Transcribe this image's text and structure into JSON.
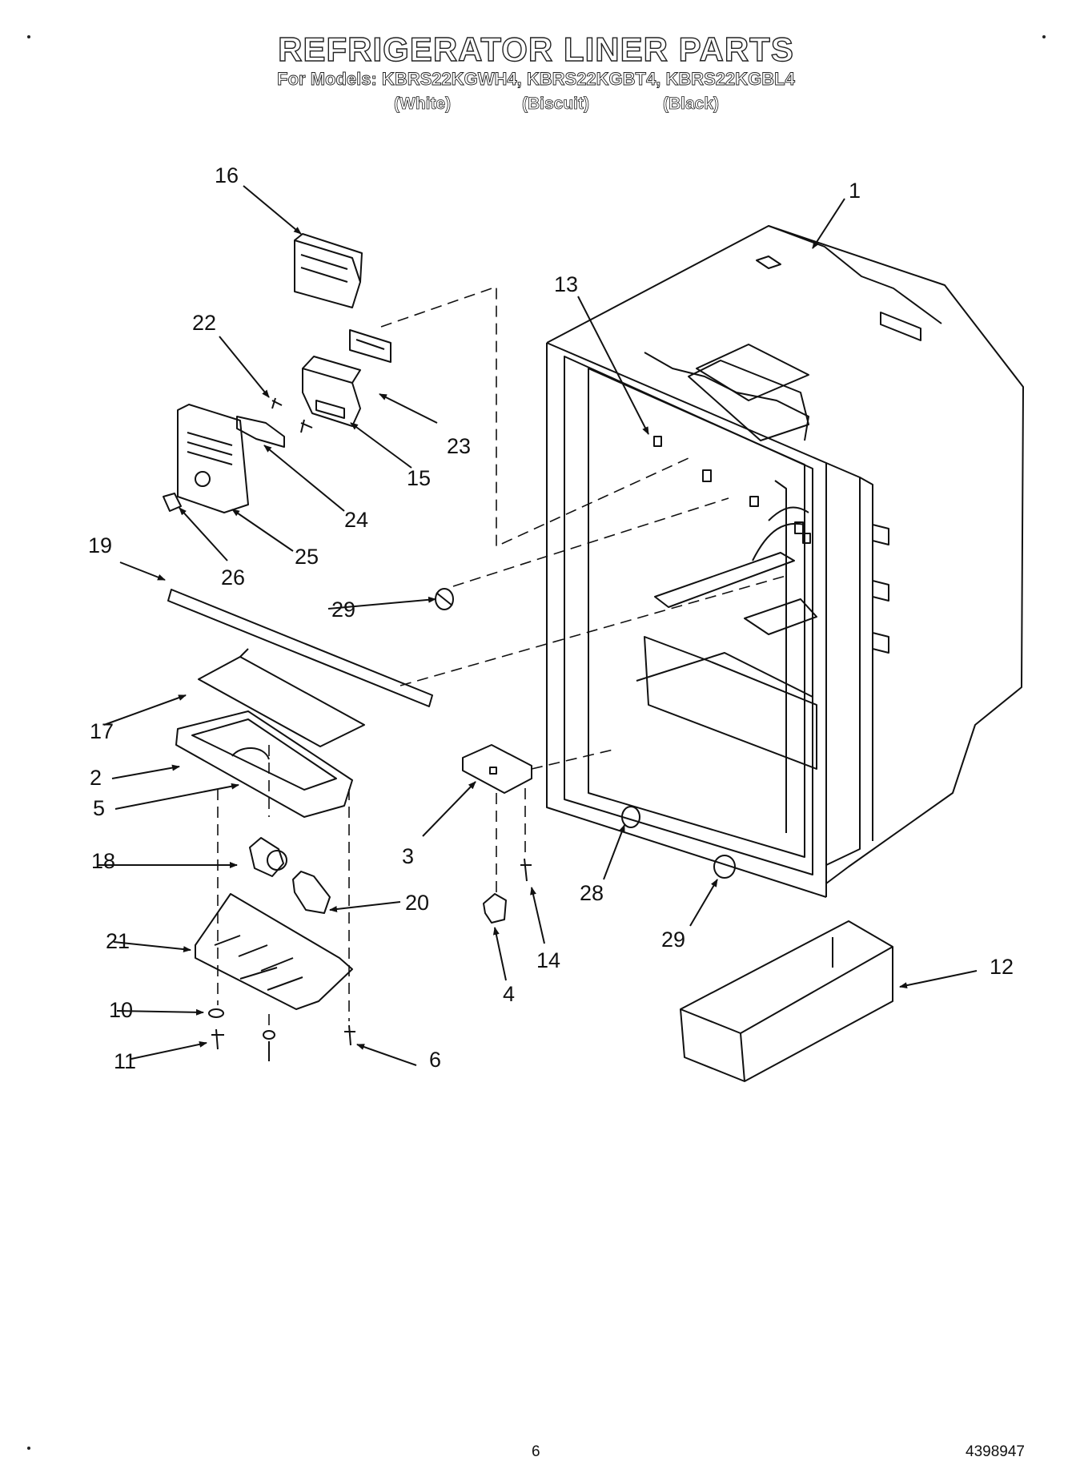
{
  "header": {
    "title": "REFRIGERATOR LINER PARTS",
    "models": "For Models: KBRS22KGWH4, KBRS22KGBT4, KBRS22KGBL4",
    "colors": [
      "(White)",
      "(Biscuit)",
      "(Black)"
    ]
  },
  "callouts": [
    "1",
    "2",
    "3",
    "4",
    "5",
    "6",
    "10",
    "11",
    "12",
    "13",
    "14",
    "15",
    "16",
    "17",
    "18",
    "19",
    "20",
    "21",
    "22",
    "23",
    "24",
    "25",
    "26",
    "28",
    "29",
    "29"
  ],
  "footer": {
    "page_number": "6",
    "doc_number": "4398947"
  }
}
